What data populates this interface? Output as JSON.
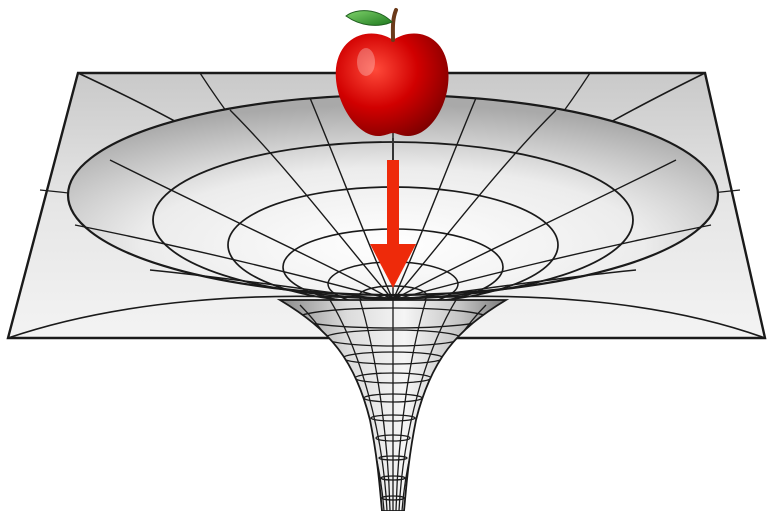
{
  "diagram": {
    "objects": [
      {
        "id": "apple",
        "icon": "apple-icon",
        "colors": {
          "body": "#cc0000",
          "leaf": "#2e9e2e",
          "stem": "#6b3a1a"
        }
      },
      {
        "id": "gravity-arrow",
        "icon": "arrow-down-icon",
        "direction": "down",
        "color": "#ee2a0a"
      },
      {
        "id": "spacetime-well",
        "icon": "funnel-grid-icon",
        "colors": {
          "sheet": "#dcdcdc",
          "line": "#1a1a1a"
        }
      }
    ]
  }
}
